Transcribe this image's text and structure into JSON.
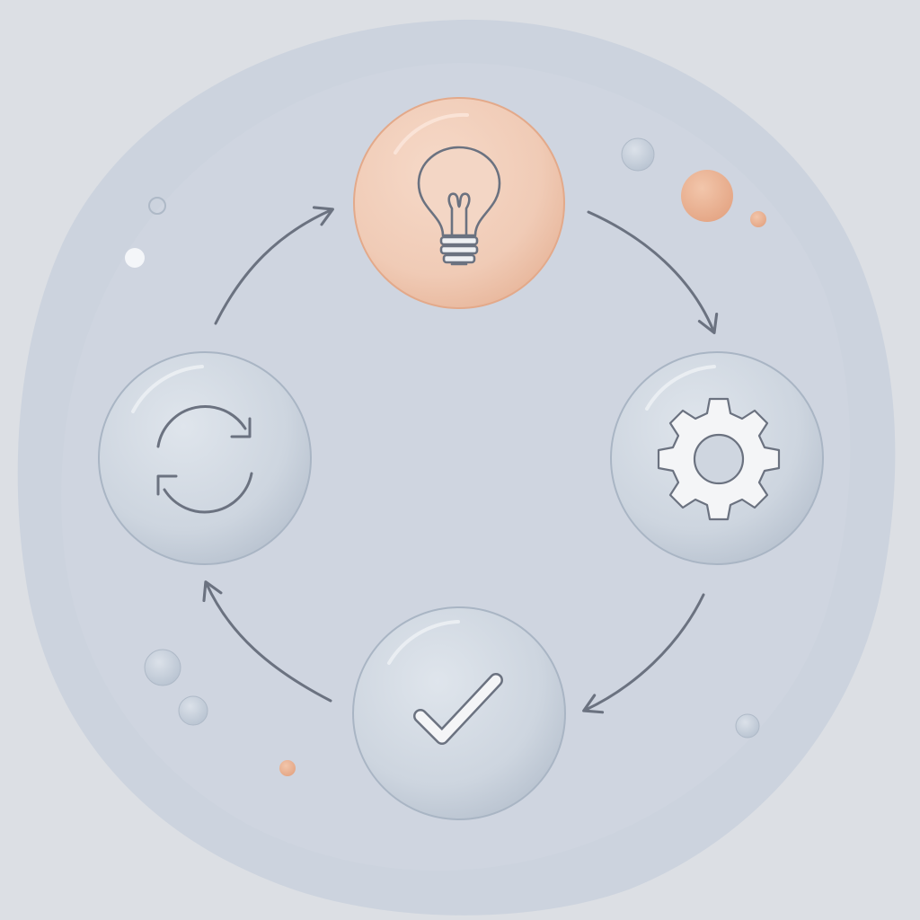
{
  "diagram": {
    "type": "cycle",
    "steps": [
      {
        "id": "idea",
        "icon": "lightbulb-icon",
        "highlighted": true
      },
      {
        "id": "process",
        "icon": "gear-icon",
        "highlighted": false
      },
      {
        "id": "done",
        "icon": "checkmark-icon",
        "highlighted": false
      },
      {
        "id": "iterate",
        "icon": "refresh-icon",
        "highlighted": false
      }
    ],
    "flow": "clockwise"
  },
  "colors": {
    "background": "#dcdfe4",
    "blob": "#c9d1dd",
    "node_fill": "#cdd5df",
    "node_stroke": "#a9b5c4",
    "highlight_fill": "#f0cbb6",
    "highlight_stroke": "#e3a98a",
    "arrow": "#6b7280",
    "icon_stroke": "#6b7280",
    "icon_fill": "#f4f5f7"
  }
}
